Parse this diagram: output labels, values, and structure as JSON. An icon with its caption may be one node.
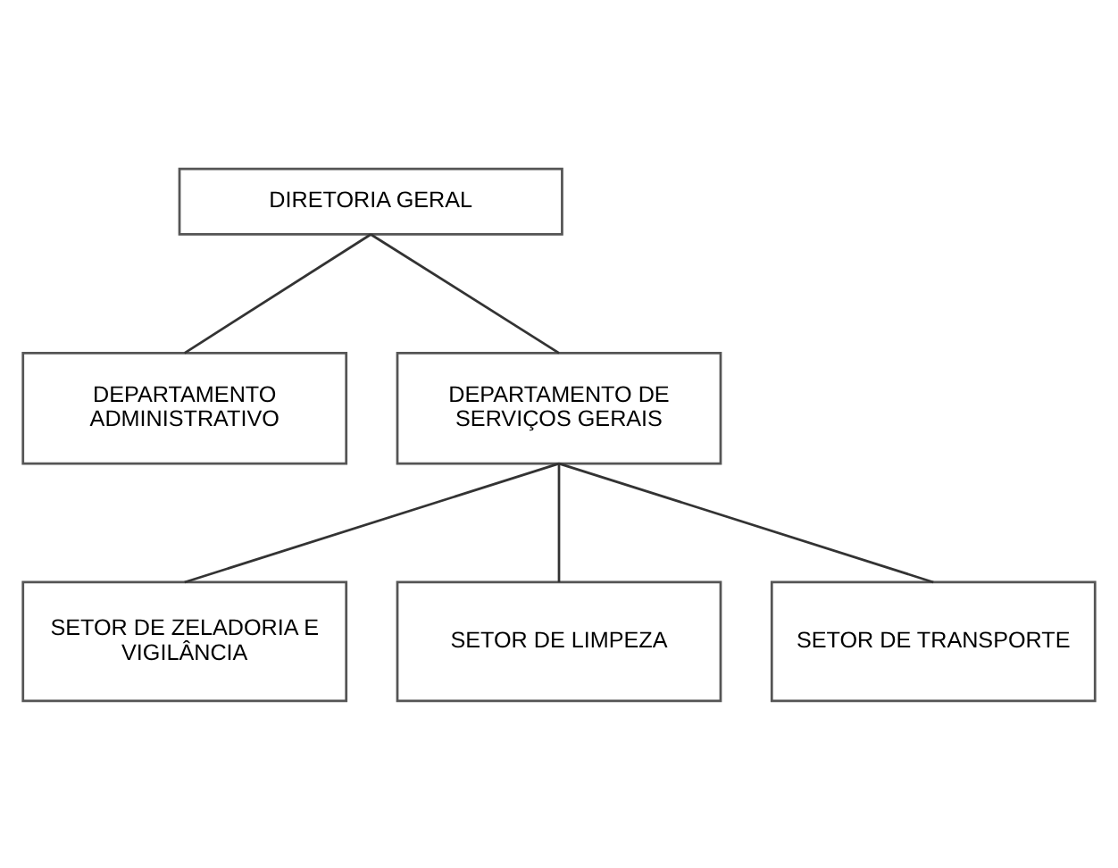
{
  "diagram": {
    "nodes": [
      {
        "text": [
          "DIRETORIA GERAL"
        ]
      },
      {
        "text": [
          "DEPARTAMENTO ADMINISTRATIVO"
        ]
      },
      {
        "text": [
          "DEPARTAMENTO DE SERVIÇOS GERAIS"
        ]
      },
      {
        "text": [
          "SETOR DE ZELADORIA E VIGILÂNCIA"
        ]
      },
      {
        "text": [
          "SETOR DE LIMPEZA"
        ]
      },
      {
        "text": [
          "SETOR DE TRANSPORTE"
        ]
      }
    ],
    "edges": [
      {
        "from": 0,
        "to": 1,
        "arrow": "none"
      },
      {
        "from": 0,
        "to": 2,
        "arrow": "none"
      },
      {
        "from": 2,
        "to": 3,
        "arrow": "none"
      },
      {
        "from": 2,
        "to": 4,
        "arrow": "none"
      },
      {
        "from": 2,
        "to": 5,
        "arrow": "none"
      }
    ]
  }
}
